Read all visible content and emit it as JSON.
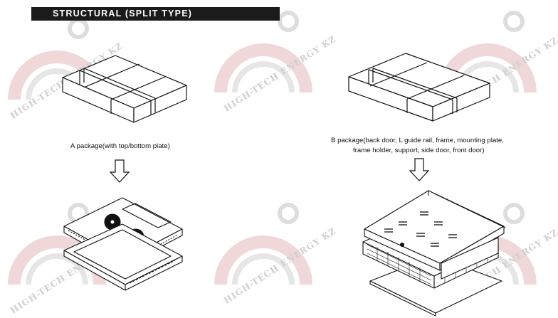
{
  "header": {
    "title": "STRUCTURAL (SPLIT TYPE)"
  },
  "captions": {
    "package_a": "A package(with top/bottom plate)",
    "package_b_line1": "B package(back door, L guide rail, frame, mounting plate,",
    "package_b_line2": "frame holder, support, side door, front door)"
  },
  "watermark": {
    "text": "HIGH-TECH ENERGY KZ",
    "color": "#cfcfcf",
    "accent": "#e7b9b9"
  },
  "colors": {
    "title_bg": "#1b1b1b",
    "title_fg": "#ffffff",
    "line": "#111111"
  },
  "icons": {
    "arrow": "down-arrow-icon",
    "gear": "gear-icon"
  }
}
